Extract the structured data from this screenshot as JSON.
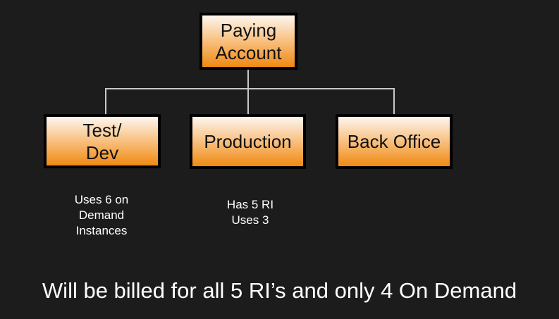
{
  "nodes": {
    "root": "Paying\nAccount",
    "test_dev": "Test/\nDev",
    "production": "Production",
    "back_office": "Back Office"
  },
  "notes": {
    "test_dev": "Uses 6 on\nDemand\nInstances",
    "production": "Has 5 RI\nUses 3"
  },
  "caption": "Will be billed for all 5 RI’s and only 4 On Demand"
}
